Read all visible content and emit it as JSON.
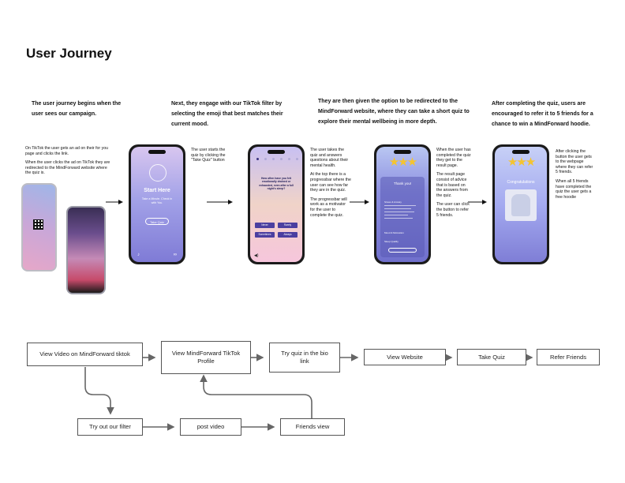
{
  "title": "User Journey",
  "steps": [
    {
      "heading": "The user journey begins when the user sees our campaign.",
      "notes": [
        "On TikTok the user gets an ad on their for you page and clicks the link.",
        "When the user clicks the ad on TikTok they are redirected to the MindForward website where the quiz is."
      ]
    },
    {
      "heading": "Next, they engage with our TikTok filter by selecting the emoji that best matches their current mood.",
      "notes": [
        "The user starts the quiz by clicking the \"Take Quiz\" button"
      ],
      "screen": {
        "title": "Start Here",
        "subtitle": "Take a Minute. Check in with You.",
        "button": "Take Quiz"
      }
    },
    {
      "heading": "They are then given the option to be redirected to the MindForward website, where they can take a short quiz to explore their mental wellbeing in more depth.",
      "notes": [
        "The user takes the quiz and answers questions about their mental health.",
        "At the top there is a progressbar where the user can see how far they are in the quiz.",
        "The progressbar will work as a motivator for the user to complete the quiz."
      ],
      "screen": {
        "question": "How often have you felt emotionally drained or exhausted, even after a full night's sleep?",
        "options": [
          "Never",
          "Rarely",
          "Sometimes",
          "Always"
        ]
      }
    },
    {
      "heading": "After completing the quiz, users are encouraged to refer it to 5 friends for a chance to win a MindForward hoodie.",
      "notes_result": [
        "When the user has completed the quiz they get to the result page.",
        "The result page consist of advice that is based on the answers from the quiz.",
        "The user can click the button to refer 5 friends."
      ],
      "result_screen": {
        "title": "Thank you!",
        "sections": [
          "Stress & Anxiety",
          "Mood & Motivation",
          "Sleep Quality"
        ]
      },
      "notes_congrats": [
        "After clicking the button the user gets to the webpage where they can refer 5 friends.",
        "When all 5 friends have completed the quiz the user gets a free hoodie"
      ],
      "congrats_screen": {
        "title": "Congratulations"
      }
    }
  ],
  "flow": {
    "nodes": {
      "view_video": "View Video on MindForward tiktok",
      "tiktok_profile": "View MindForward TikTok Profile",
      "bio_link": "Try quiz in the bio link",
      "website": "View Website",
      "take_quiz": "Take Quiz",
      "refer": "Refer Friends",
      "filter": "Try out our filter",
      "post": "post video",
      "friends": "Friends view"
    }
  },
  "colors": {
    "star": "#f4c430",
    "quiz_button": "#4b3fa0",
    "border": "#555555"
  }
}
